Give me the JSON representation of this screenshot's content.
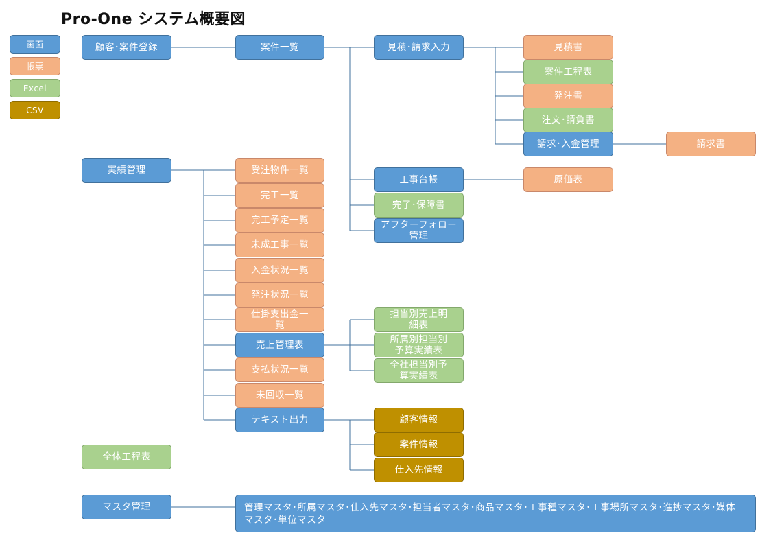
{
  "title": "Pro-One システム概要図",
  "legend": {
    "screen": "画面",
    "report": "帳票",
    "excel": "Excel",
    "csv": "CSV"
  },
  "colors": {
    "screen": "#5b9bd5",
    "report": "#f4b183",
    "excel": "#a9d18e",
    "csv": "#bf9000",
    "line": "#41719c"
  },
  "nodes": {
    "customer_reg": "顧客･案件登録",
    "case_list": "案件一覧",
    "estimate_input": "見積･請求入力",
    "estimate_doc": "見積書",
    "case_schedule": "案件工程表",
    "order_doc": "発注書",
    "order_contract": "注文･請負書",
    "billing_mgmt": "請求･入金管理",
    "invoice": "請求書",
    "construction_ledger": "工事台帳",
    "cost_table": "原価表",
    "completion_cert": "完了･保障書",
    "after_follow": "アフターフォロー\n管理",
    "results_mgmt": "実績管理",
    "received_list": "受注物件一覧",
    "completed_list": "完工一覧",
    "planned_list": "完工予定一覧",
    "incomplete_list": "未成工事一覧",
    "payment_in_list": "入金状況一覧",
    "order_status_list": "発注状況一覧",
    "wip_expense_list": "仕掛支出金一\n覧",
    "sales_mgmt": "売上管理表",
    "payment_out_list": "支払状況一覧",
    "uncollected_list": "未回収一覧",
    "text_output": "テキスト出力",
    "sales_by_person": "担当別売上明\n細表",
    "dept_person_budget": "所属別担当別\n予算実績表",
    "company_person_budget": "全社担当別予\n算実績表",
    "customer_info": "顧客情報",
    "case_info": "案件情報",
    "supplier_info": "仕入先情報",
    "overall_schedule": "全体工程表",
    "master_mgmt": "マスタ管理",
    "master_list": "管理マスタ･所属マスタ･仕入先マスタ･担当者マスタ･商品マスタ･工事種マスタ･工事場所マスタ･進捗マスタ･媒体\nマスタ･単位マスタ"
  }
}
